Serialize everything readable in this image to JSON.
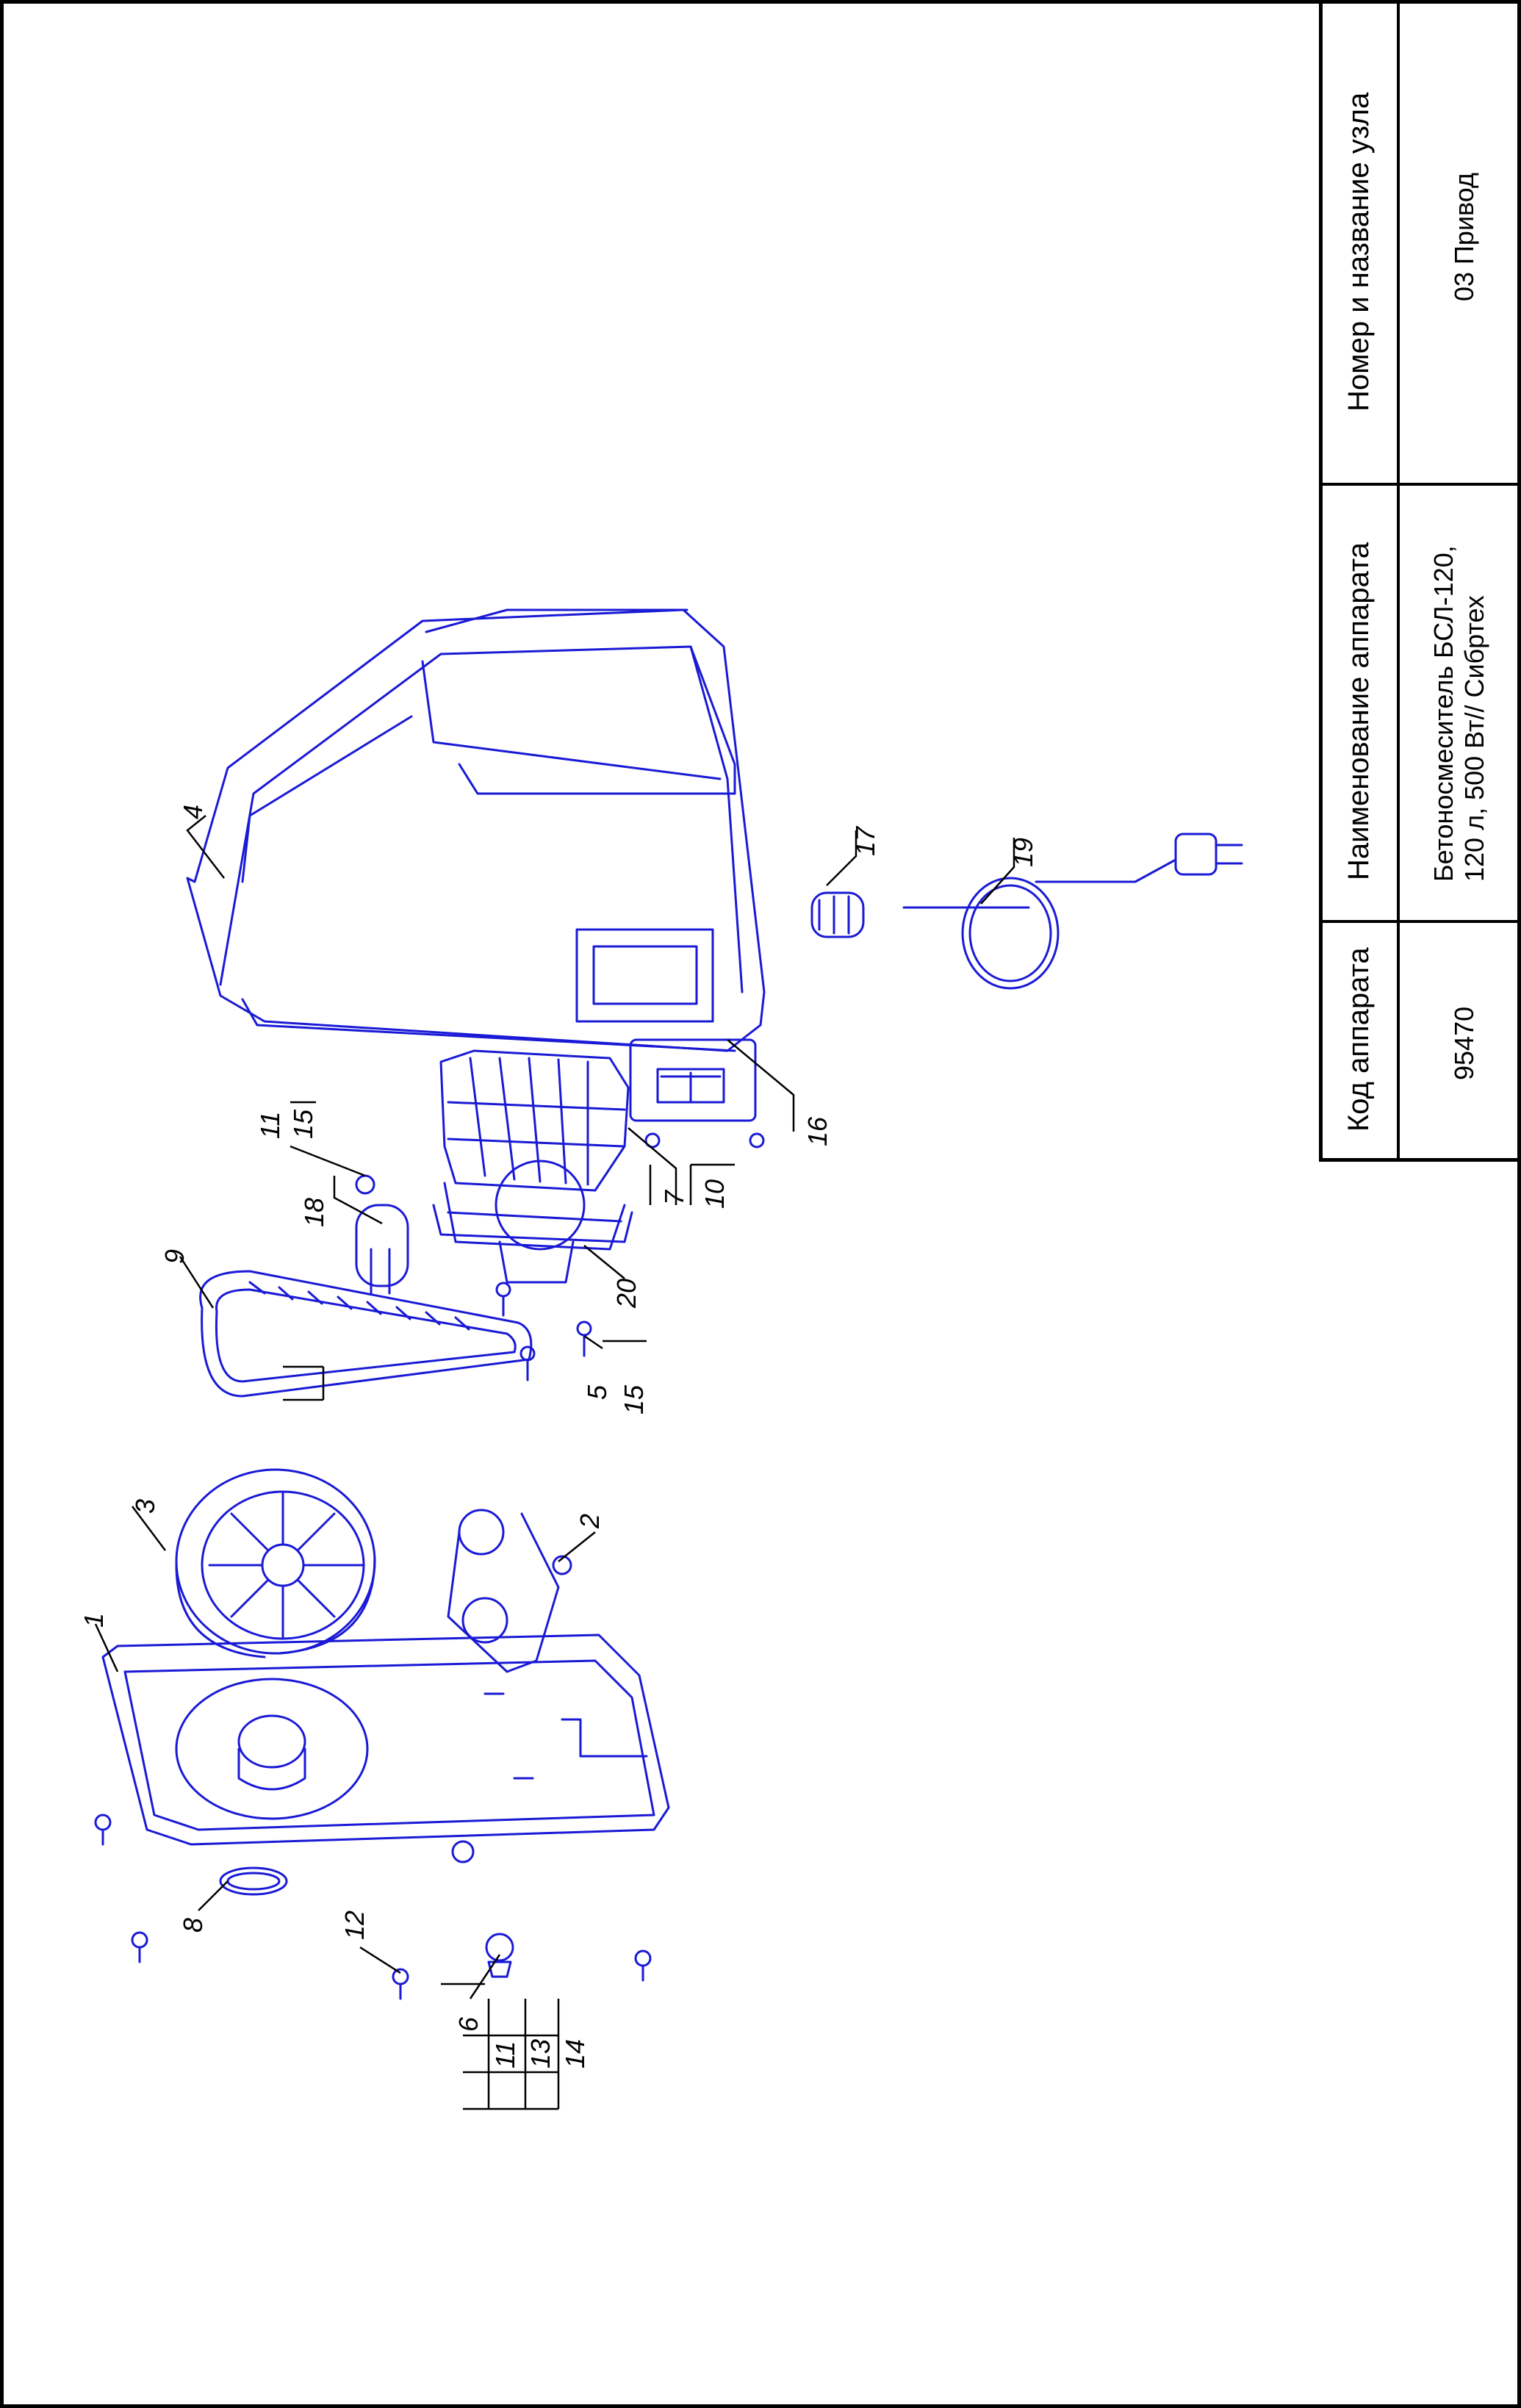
{
  "title_block": {
    "headers": {
      "code": "Код аппарата",
      "name": "Наименование аппарата",
      "unit": "Номер и название узла"
    },
    "values": {
      "code": "95470",
      "name_line1": "Бетоносмеситель БСЛ-120,",
      "name_line2": "120 л, 500 Вт// Сибртех",
      "unit": "03 Привод"
    }
  },
  "callouts": {
    "c1": "1",
    "c2": "2",
    "c3": "3",
    "c4": "4",
    "c5": "5",
    "c5b": "15",
    "c6": "6",
    "c6b": "11",
    "c6c": "13",
    "c6d": "14",
    "c7": "7",
    "c7b": "10",
    "c8": "8",
    "c9": "9",
    "c11": "11",
    "c11b": "15",
    "c12": "12",
    "c16": "16",
    "c17": "17",
    "c18": "18",
    "c19": "19",
    "c20": "20"
  },
  "colors": {
    "line": "#1a1ad6",
    "text": "#000000"
  }
}
